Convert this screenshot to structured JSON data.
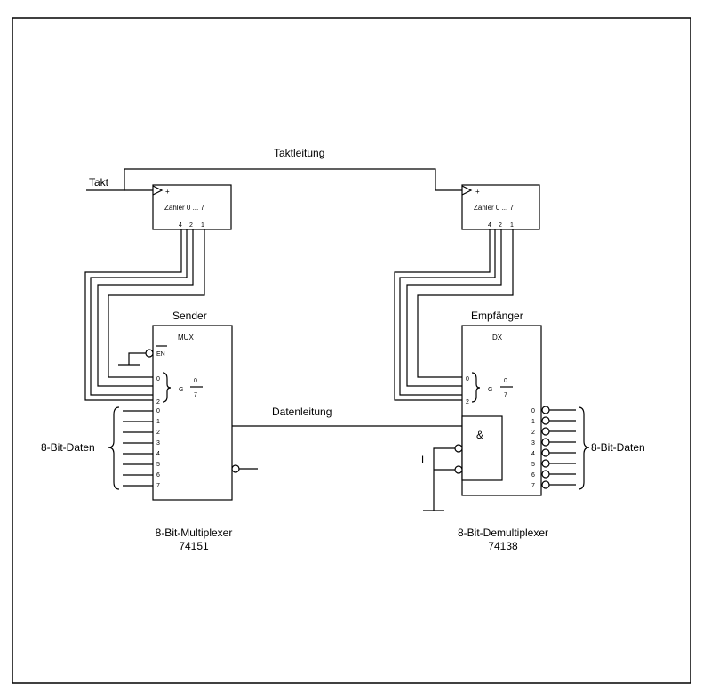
{
  "labels": {
    "takt": "Takt",
    "taktleitung": "Taktleitung",
    "datenleitung": "Datenleitung",
    "sender": "Sender",
    "empfaenger": "Empfänger",
    "daten_left": "8-Bit-Daten",
    "daten_right": "8-Bit-Daten",
    "l_input": "L"
  },
  "counter": {
    "plus": "+",
    "name": "Zähler 0 ... 7",
    "out_4": "4",
    "out_2": "2",
    "out_1": "1"
  },
  "mux": {
    "title": "MUX",
    "enable": "EN",
    "sel_0": "0",
    "sel_2": "2",
    "g": "G",
    "g_top": "0",
    "g_bottom": "7",
    "inputs": [
      "0",
      "1",
      "2",
      "3",
      "4",
      "5",
      "6",
      "7"
    ],
    "caption_line1": "8-Bit-Multiplexer",
    "caption_line2": "74151"
  },
  "dx": {
    "title": "DX",
    "sel_0": "0",
    "sel_2": "2",
    "g": "G",
    "g_top": "0",
    "g_bottom": "7",
    "and_symbol": "&",
    "outputs": [
      "0",
      "1",
      "2",
      "3",
      "4",
      "5",
      "6",
      "7"
    ],
    "caption_line1": "8-Bit-Demultiplexer",
    "caption_line2": "74138"
  }
}
